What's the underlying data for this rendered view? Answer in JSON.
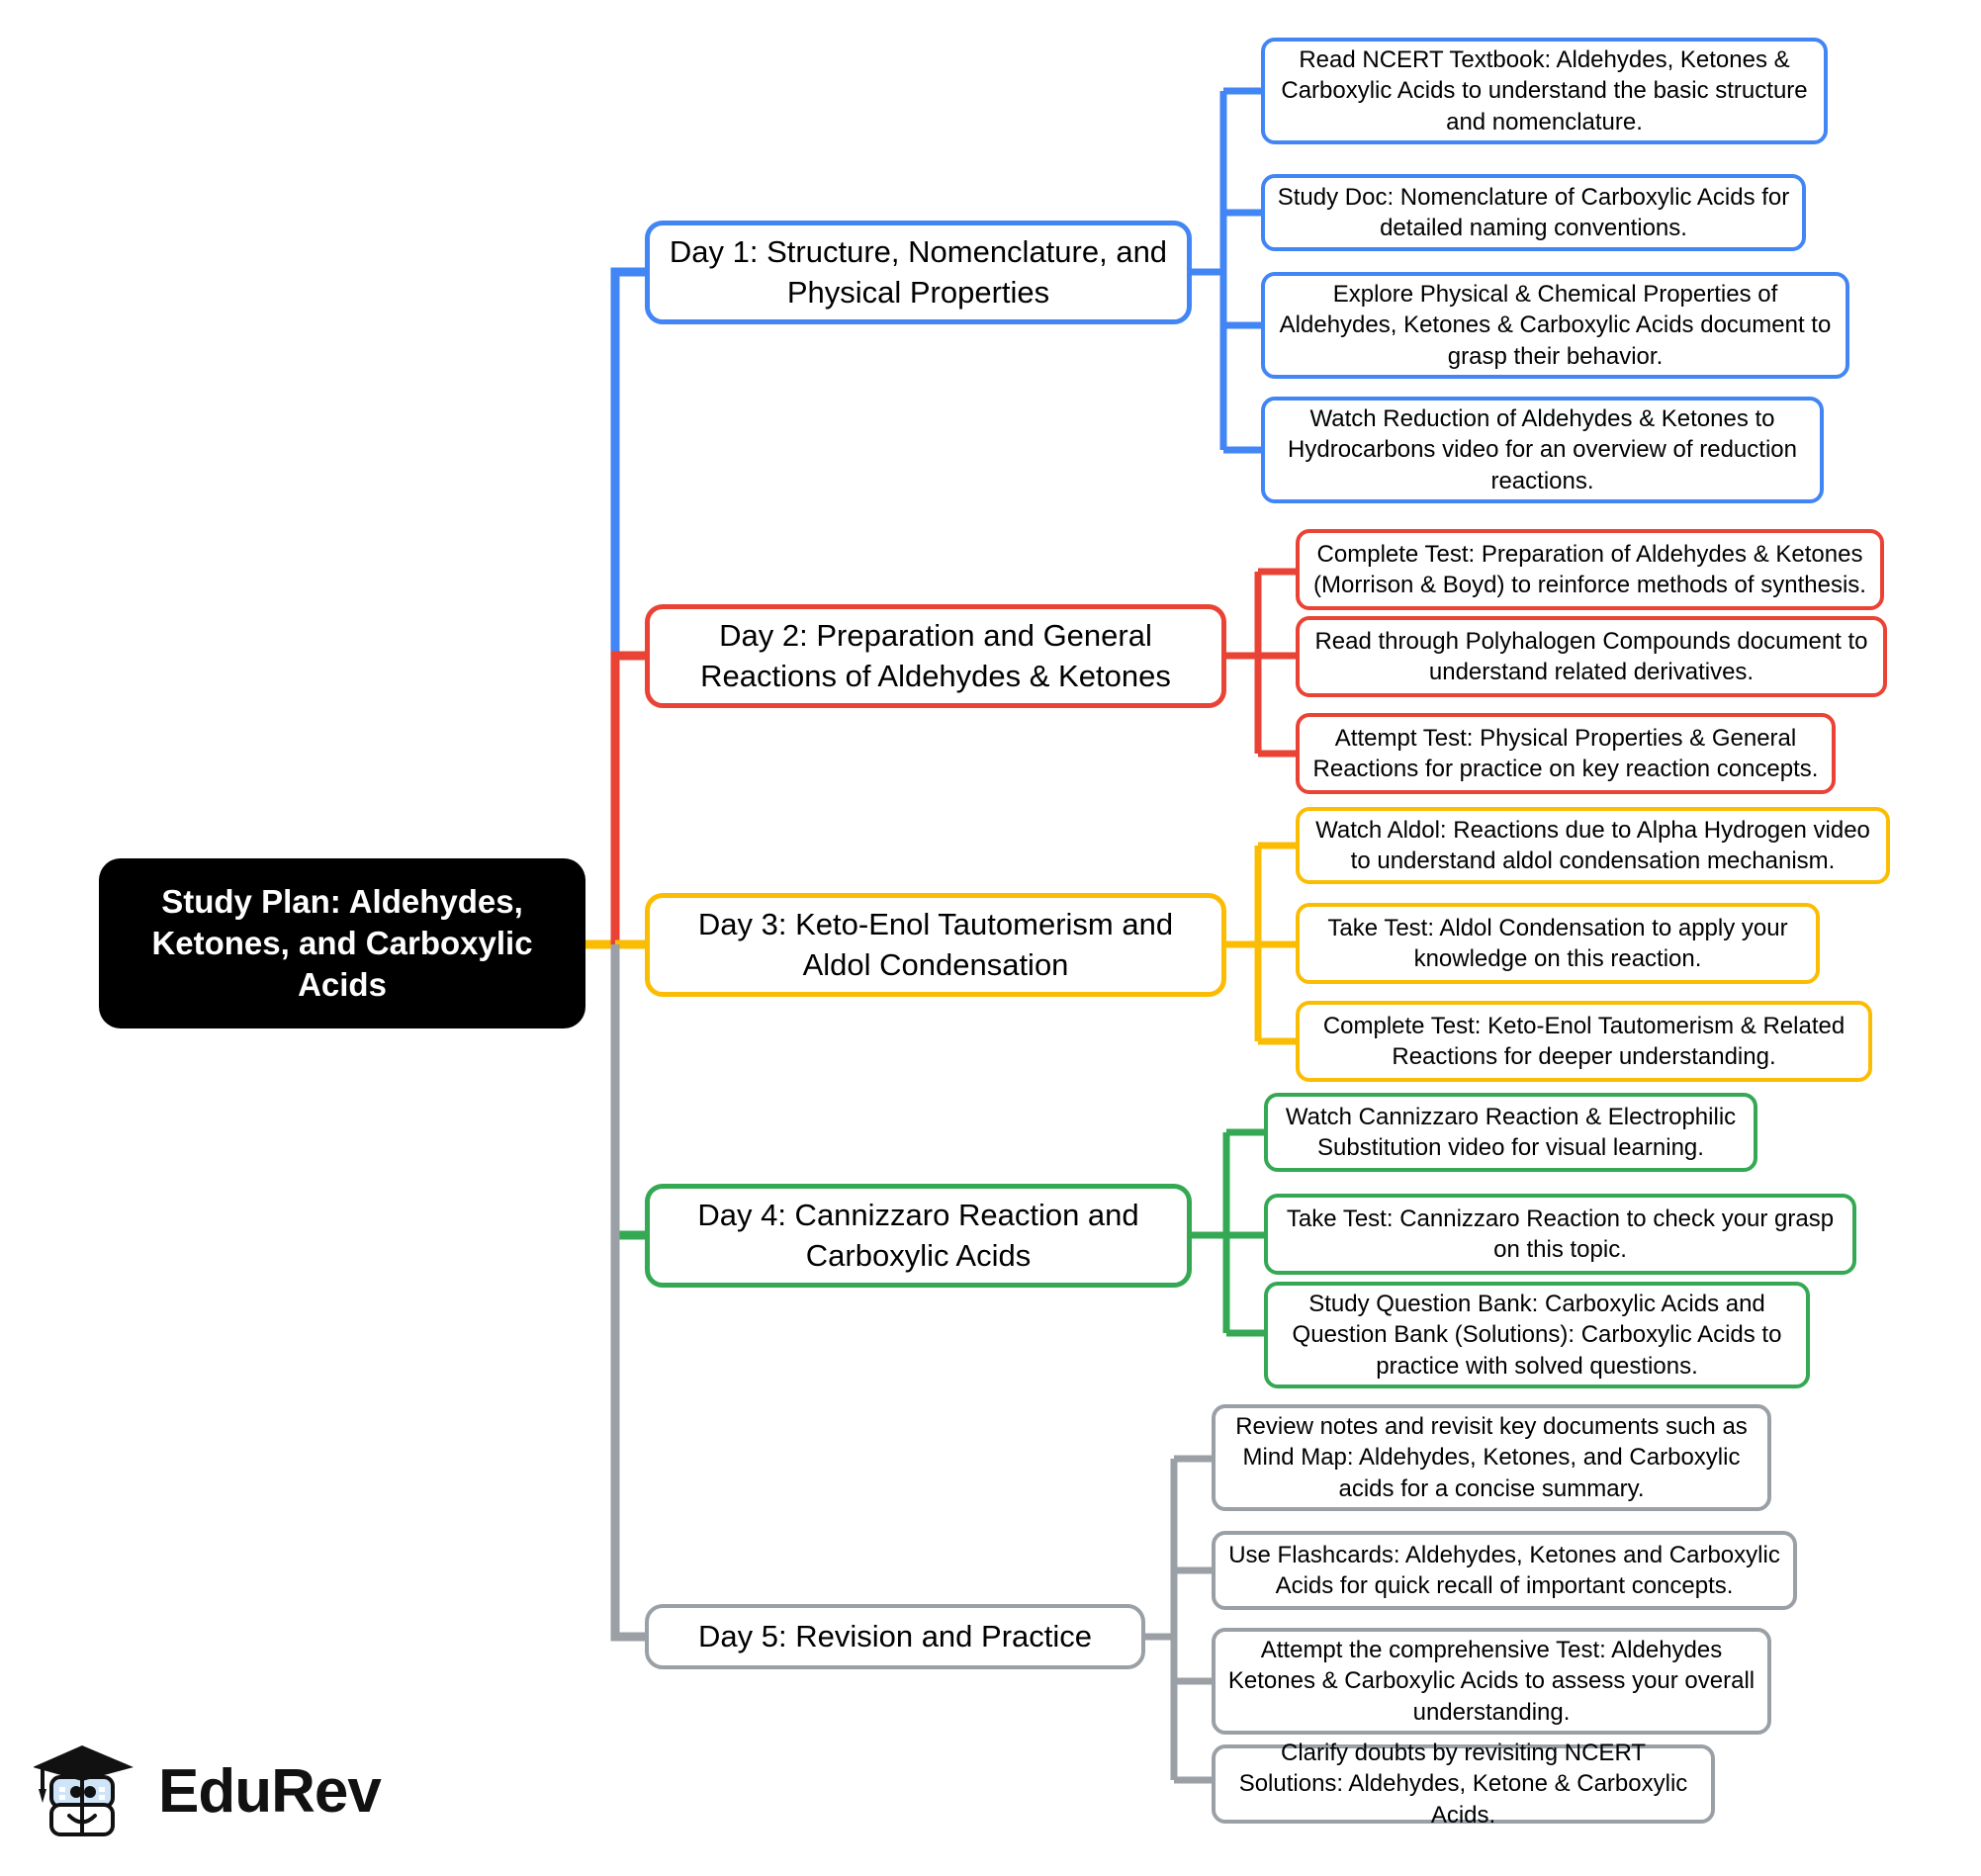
{
  "diagram": {
    "type": "mind-map",
    "title": "Study Plan: Aldehydes, Ketones, and Carboxylic Acids",
    "root": {
      "label": "Study Plan: Aldehydes, Ketones, and Carboxylic Acids",
      "color": "#000000",
      "text_color": "#ffffff"
    },
    "branches": [
      {
        "id": "day1",
        "label": "Day 1: Structure, Nomenclature, and Physical Properties",
        "color": "#4285f4",
        "leaves": [
          {
            "label": "Read NCERT Textbook: Aldehydes, Ketones & Carboxylic Acids to understand the basic structure and nomenclature."
          },
          {
            "label": "Study Doc: Nomenclature of Carboxylic Acids for detailed naming conventions."
          },
          {
            "label": "Explore Physical & Chemical Properties of Aldehydes, Ketones & Carboxylic Acids document to grasp their behavior."
          },
          {
            "label": "Watch Reduction of Aldehydes & Ketones to Hydrocarbons video for an overview of reduction reactions."
          }
        ]
      },
      {
        "id": "day2",
        "label": "Day 2: Preparation and General Reactions of Aldehydes & Ketones",
        "color": "#ea4335",
        "leaves": [
          {
            "label": "Complete Test: Preparation of Aldehydes & Ketones (Morrison & Boyd) to reinforce methods of synthesis."
          },
          {
            "label": "Read through Polyhalogen Compounds document to understand related derivatives."
          },
          {
            "label": "Attempt Test: Physical Properties & General Reactions for practice on key reaction concepts."
          }
        ]
      },
      {
        "id": "day3",
        "label": "Day 3: Keto-Enol Tautomerism and Aldol Condensation",
        "color": "#fbbc04",
        "leaves": [
          {
            "label": "Watch Aldol: Reactions due to Alpha Hydrogen video to understand aldol condensation mechanism."
          },
          {
            "label": "Take Test: Aldol Condensation to apply your knowledge on this reaction."
          },
          {
            "label": "Complete Test: Keto-Enol Tautomerism & Related Reactions for deeper understanding."
          }
        ]
      },
      {
        "id": "day4",
        "label": "Day 4: Cannizzaro Reaction and Carboxylic Acids",
        "color": "#34a853",
        "leaves": [
          {
            "label": "Watch Cannizzaro Reaction & Electrophilic Substitution video for visual learning."
          },
          {
            "label": "Take Test: Cannizzaro Reaction to check your grasp on this topic."
          },
          {
            "label": "Study Question Bank: Carboxylic Acids and Question Bank (Solutions): Carboxylic Acids to practice with solved questions."
          }
        ]
      },
      {
        "id": "day5",
        "label": "Day 5: Revision and Practice",
        "color": "#9aa0a6",
        "leaves": [
          {
            "label": "Review notes and revisit key documents such as Mind Map: Aldehydes, Ketones, and Carboxylic acids for a concise summary."
          },
          {
            "label": "Use Flashcards: Aldehydes, Ketones and Carboxylic Acids for quick recall of important concepts."
          },
          {
            "label": "Attempt the comprehensive Test: Aldehydes Ketones & Carboxylic Acids to assess your overall understanding."
          },
          {
            "label": "Clarify doubts by revisiting NCERT Solutions: Aldehydes, Ketone & Carboxylic Acids."
          }
        ]
      }
    ]
  },
  "logo": {
    "wordmark": "EduRev",
    "icon": "graduation-cap-book-icon",
    "cap_color": "#111111",
    "face_color": "#cfe4f7"
  }
}
